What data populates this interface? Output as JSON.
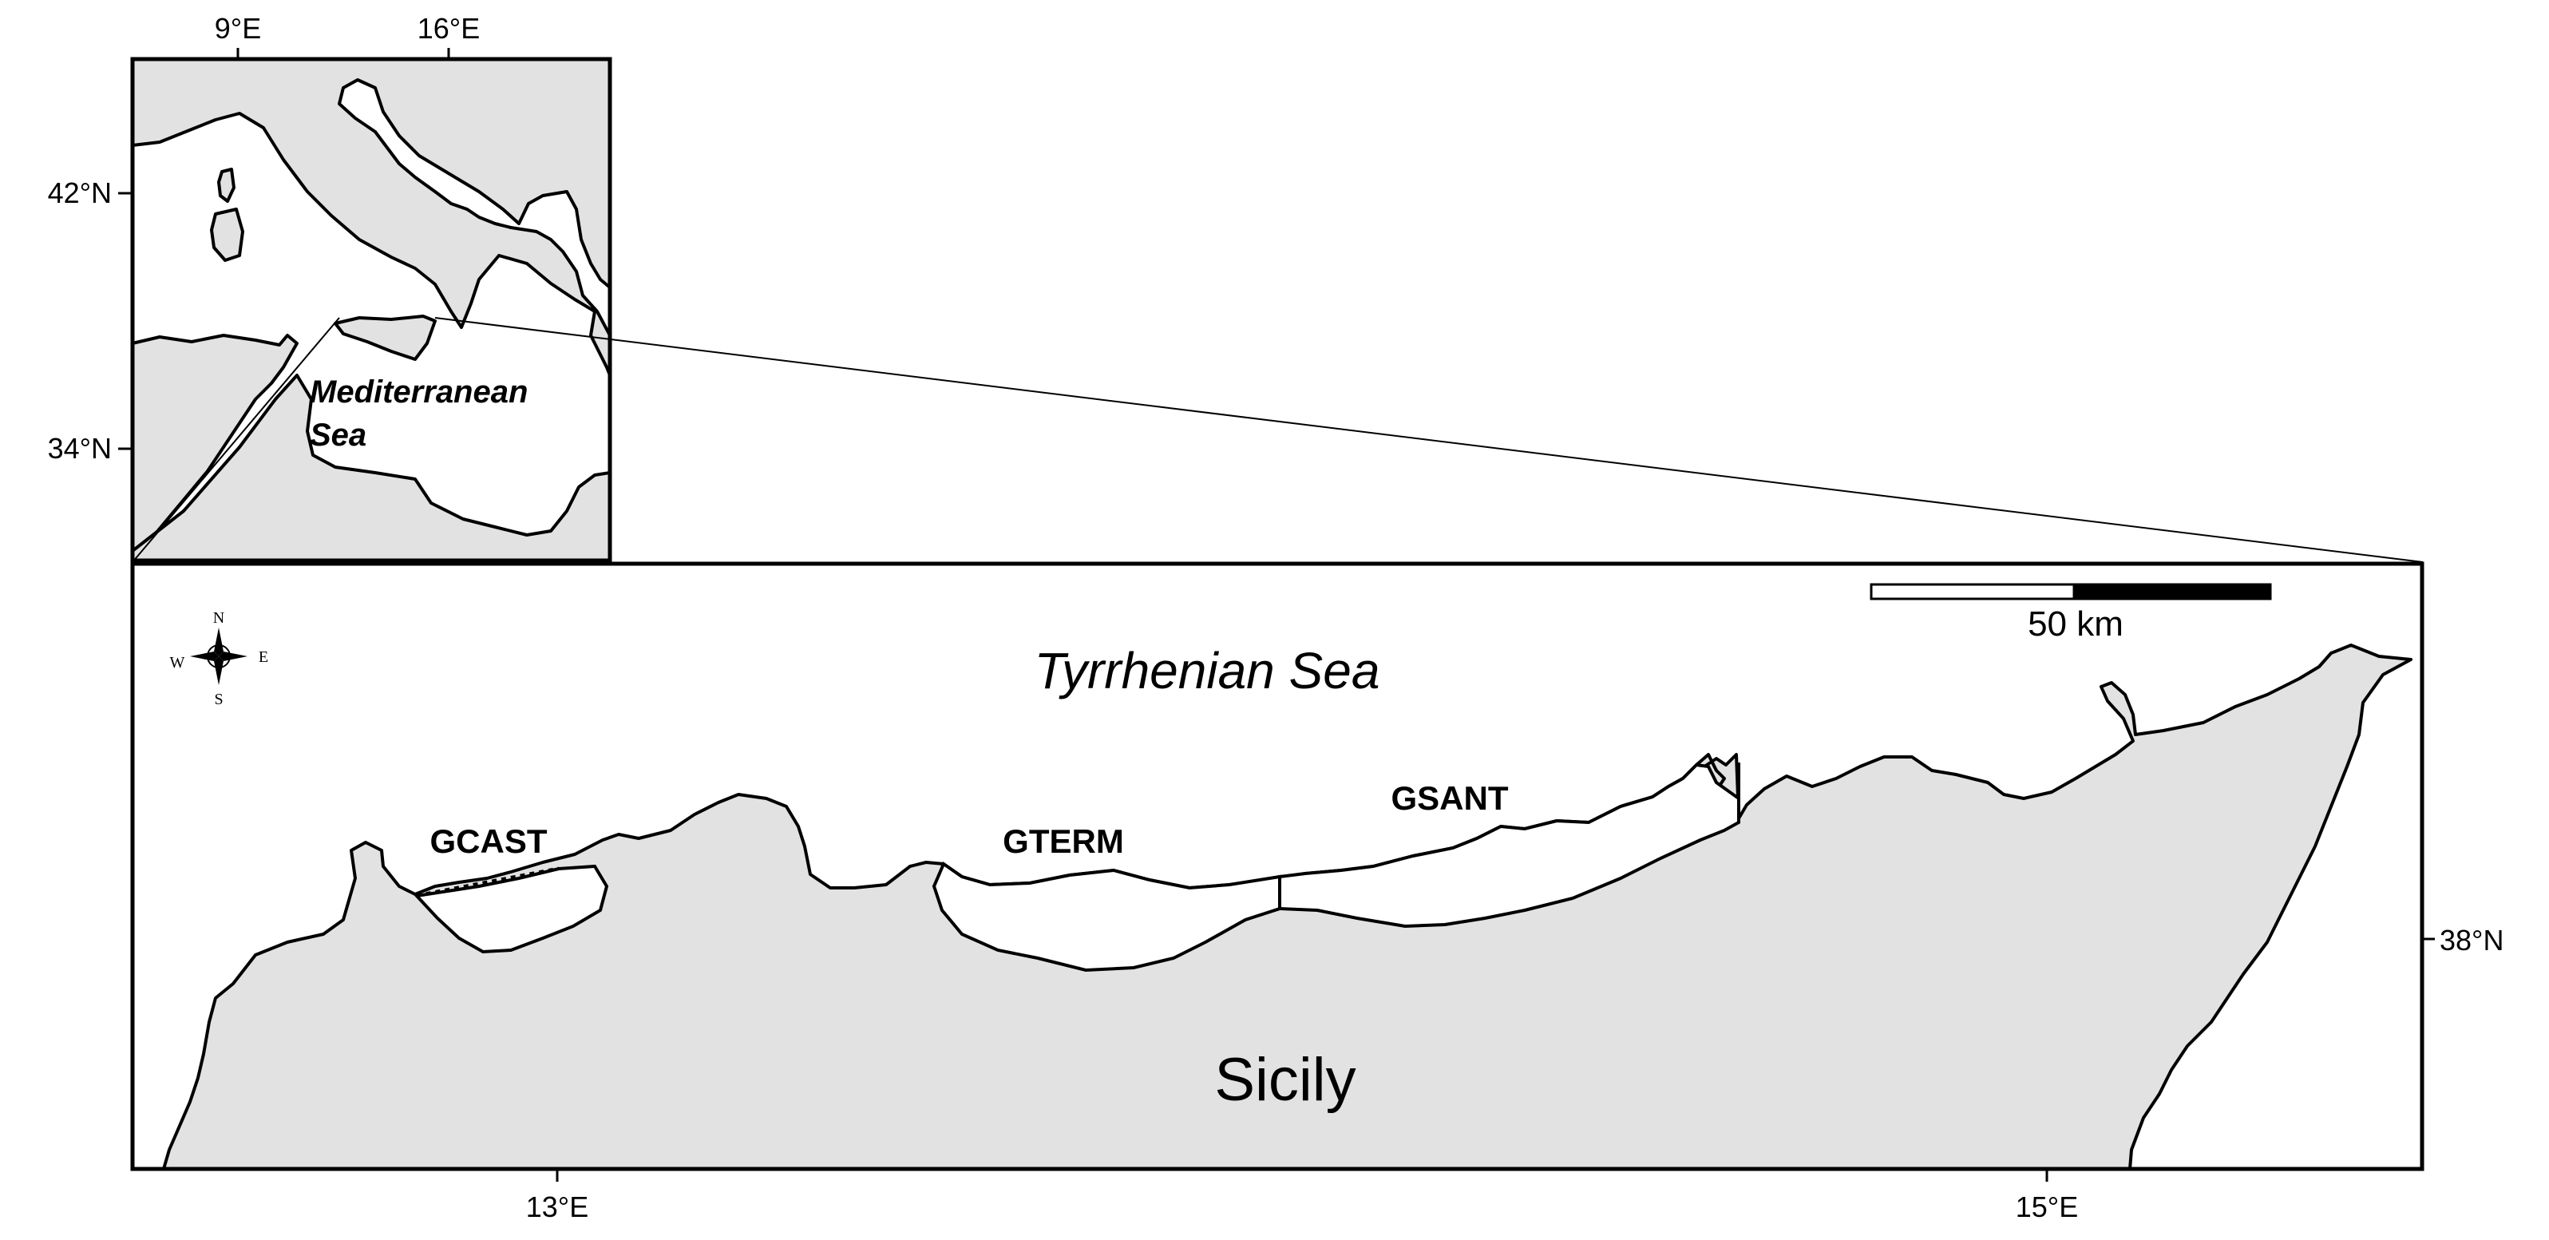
{
  "inset": {
    "lon_labels": [
      "9°E",
      "16°E"
    ],
    "lat_labels": [
      "42°N",
      "34°N"
    ],
    "sea_label_line1": "Mediterranean",
    "sea_label_line2": "Sea"
  },
  "main": {
    "sea_label": "Tyrrhenian Sea",
    "island_label": "Sicily",
    "gulfs": [
      "GCAST",
      "GTERM",
      "GSANT"
    ],
    "lon_labels": [
      "13°E",
      "15°E"
    ],
    "lat_label": "38°N",
    "scale_bar_label": "50 km",
    "compass": {
      "n": "N",
      "s": "S",
      "e": "E",
      "w": "W"
    }
  },
  "colors": {
    "land": "#e2e2e2",
    "water": "#ffffff",
    "outline": "#000000"
  }
}
